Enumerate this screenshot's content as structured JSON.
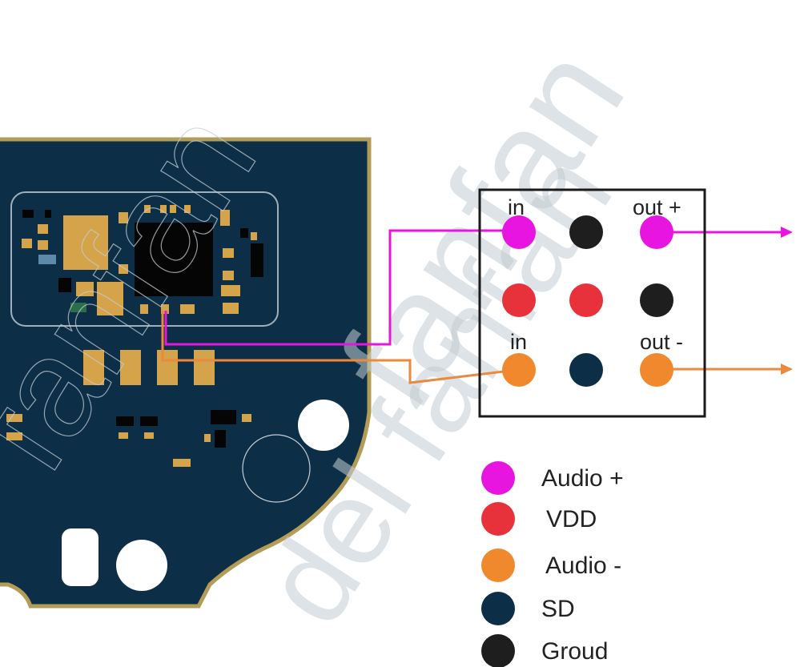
{
  "colors": {
    "board": "#0c2f47",
    "board_edge": "#b39d56",
    "pad": "#d4a34a",
    "chip": "#050505",
    "audio_plus": "#e815e0",
    "vdd": "#e8323b",
    "audio_minus": "#f0892e",
    "sd": "#0c2f47",
    "ground": "#1e1e1e",
    "wire_plus": "#e815e0",
    "wire_minus": "#ea8a3e"
  },
  "connector": {
    "label_in_top": "in",
    "label_out_plus": "out +",
    "label_in_bottom": "in",
    "label_out_minus": "out -",
    "pins": [
      {
        "row": 1,
        "col": 1,
        "signal": "audio_plus"
      },
      {
        "row": 1,
        "col": 2,
        "signal": "ground"
      },
      {
        "row": 1,
        "col": 3,
        "signal": "audio_plus"
      },
      {
        "row": 2,
        "col": 1,
        "signal": "vdd"
      },
      {
        "row": 2,
        "col": 2,
        "signal": "vdd"
      },
      {
        "row": 2,
        "col": 3,
        "signal": "ground"
      },
      {
        "row": 3,
        "col": 1,
        "signal": "audio_minus"
      },
      {
        "row": 3,
        "col": 2,
        "signal": "sd"
      },
      {
        "row": 3,
        "col": 3,
        "signal": "audio_minus"
      }
    ]
  },
  "legend": [
    {
      "signal": "audio_plus",
      "label": "Audio +"
    },
    {
      "signal": "vdd",
      "label": "VDD"
    },
    {
      "signal": "audio_minus",
      "label": "Audio -"
    },
    {
      "signal": "sd",
      "label": "SD"
    },
    {
      "signal": "ground",
      "label": "Groud"
    }
  ],
  "watermark": {
    "line1": "fanfan",
    "line2": "del fanfan",
    "outline": "fanfan"
  }
}
